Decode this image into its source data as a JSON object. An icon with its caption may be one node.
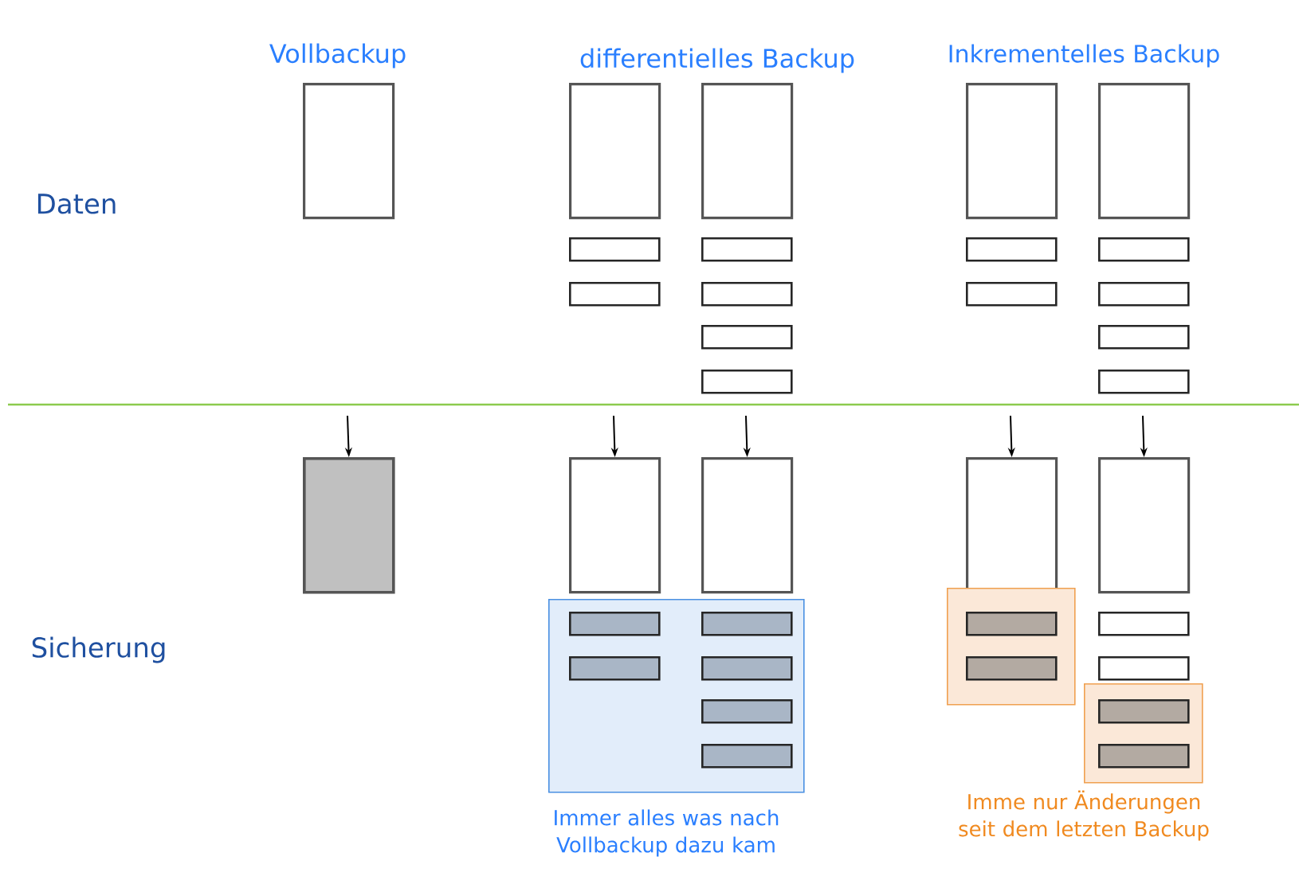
{
  "diagram": {
    "nodes": [
      {
        "text": [],
        "shape": "box"
      },
      {
        "text": [],
        "shape": "box"
      },
      {
        "text": [],
        "shape": "box"
      },
      {
        "text": [],
        "shape": "box"
      },
      {
        "text": [],
        "shape": "box"
      },
      {
        "text": [],
        "shape": "box"
      },
      {
        "text": [],
        "shape": "box"
      },
      {
        "text": [],
        "shape": "box"
      },
      {
        "text": [],
        "shape": "box"
      },
      {
        "text": [],
        "shape": "box"
      },
      {
        "text": [],
        "shape": "box"
      },
      {
        "text": [],
        "shape": "box"
      },
      {
        "text": [],
        "shape": "box"
      },
      {
        "text": [],
        "shape": "box"
      },
      {
        "text": [],
        "shape": "box"
      },
      {
        "text": [],
        "shape": "box"
      },
      {
        "text": [],
        "shape": "box"
      },
      {
        "text": [],
        "shape": "box"
      },
      {
        "text": [],
        "shape": "box"
      },
      {
        "text": [],
        "shape": "box"
      },
      {
        "text": [],
        "shape": "box",
        "beside": [
          "Immer alles was nach Vollbackup dazu kam"
        ]
      },
      {
        "text": [],
        "shape": "box",
        "in": 20
      },
      {
        "text": [],
        "shape": "box",
        "in": 20
      },
      {
        "text": [],
        "shape": "box",
        "in": 20
      },
      {
        "text": [],
        "shape": "box",
        "in": 20
      },
      {
        "text": [],
        "shape": "box",
        "in": 20
      },
      {
        "text": [],
        "shape": "box",
        "in": 20
      },
      {
        "text": [],
        "shape": "box"
      },
      {
        "text": [],
        "shape": "box"
      },
      {
        "text": [],
        "shape": "box"
      },
      {
        "text": [],
        "shape": "box",
        "in": 29
      },
      {
        "text": [],
        "shape": "box",
        "in": 29
      },
      {
        "text": [],
        "shape": "box"
      },
      {
        "text": [],
        "shape": "box"
      },
      {
        "text": [],
        "shape": "box",
        "beside": [
          "Imme nur Änderungen seit dem letzten Backup"
        ]
      },
      {
        "text": [],
        "shape": "box",
        "in": 34
      },
      {
        "text": [],
        "shape": "box",
        "in": 34
      }
    ],
    "edges": [
      {
        "from": null,
        "to": 17,
        "arrow": "to"
      },
      {
        "from": null,
        "to": 18,
        "arrow": "to"
      },
      {
        "from": null,
        "to": 19,
        "arrow": "to"
      },
      {
        "from": null,
        "to": 27,
        "arrow": "to"
      },
      {
        "from": null,
        "to": 28,
        "arrow": "to"
      }
    ],
    "labels": [
      "Vollbackup",
      "differentielles Backup",
      "Inkrementelles Backup",
      "Daten",
      "Sicherung"
    ]
  }
}
